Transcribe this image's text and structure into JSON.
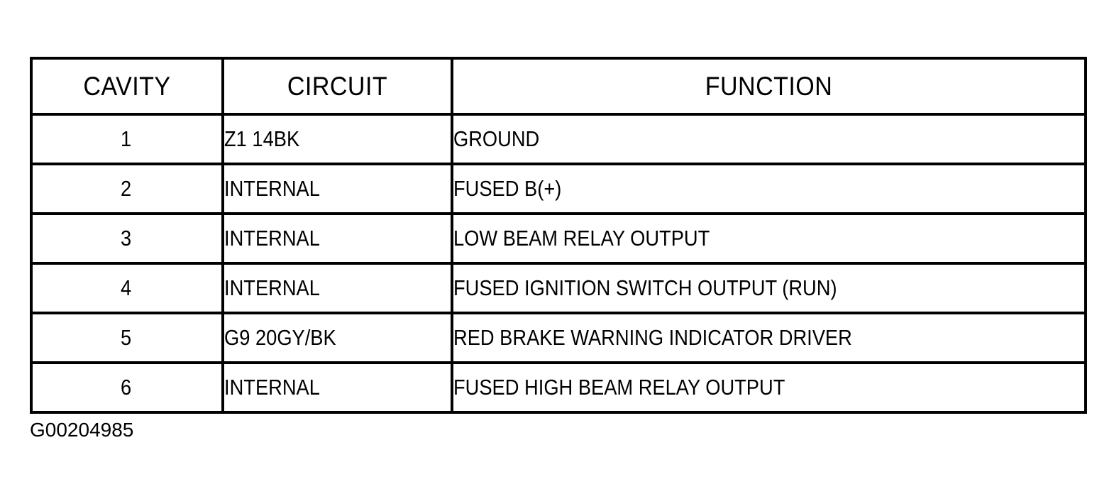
{
  "document": {
    "caption": "G00204985",
    "ink_color": "#000000",
    "paper_color": "#ffffff"
  },
  "table": {
    "columns": [
      {
        "key": "cavity",
        "header": "CAVITY"
      },
      {
        "key": "circuit",
        "header": "CIRCUIT"
      },
      {
        "key": "function",
        "header": "FUNCTION"
      }
    ],
    "rows": [
      {
        "cavity": "1",
        "circuit": "Z1 14BK",
        "function": "GROUND"
      },
      {
        "cavity": "2",
        "circuit": "INTERNAL",
        "function": "FUSED B(+)"
      },
      {
        "cavity": "3",
        "circuit": "INTERNAL",
        "function": "LOW BEAM RELAY OUTPUT"
      },
      {
        "cavity": "4",
        "circuit": "INTERNAL",
        "function": "FUSED IGNITION SWITCH OUTPUT (RUN)"
      },
      {
        "cavity": "5",
        "circuit": "G9 20GY/BK",
        "function": "RED BRAKE WARNING INDICATOR DRIVER"
      },
      {
        "cavity": "6",
        "circuit": "INTERNAL",
        "function": "FUSED HIGH BEAM RELAY OUTPUT"
      }
    ]
  }
}
